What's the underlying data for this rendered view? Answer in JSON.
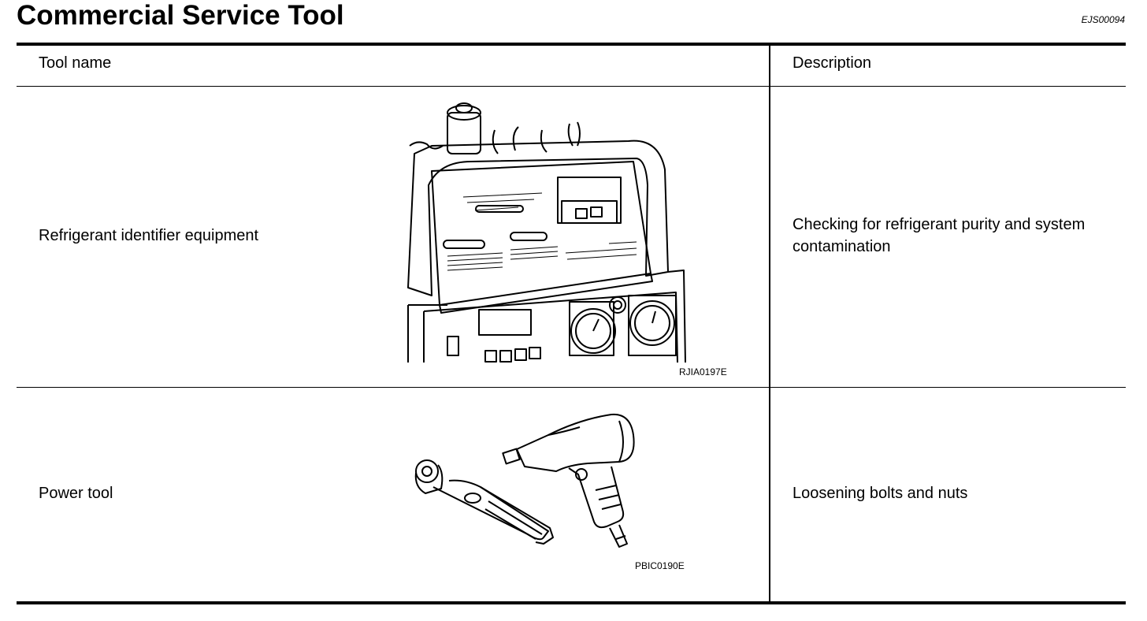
{
  "title": "Commercial Service Tool",
  "section_code": "EJS00094",
  "table": {
    "headers": [
      "Tool name",
      "Description"
    ],
    "rows": [
      {
        "tool_name": "Refrigerant identifier equipment",
        "figure_code": "RJIA0197E",
        "description": "Checking for refrigerant purity and system contamination"
      },
      {
        "tool_name": "Power tool",
        "figure_code": "PBIC0190E",
        "description": "Loosening bolts and nuts"
      }
    ]
  }
}
